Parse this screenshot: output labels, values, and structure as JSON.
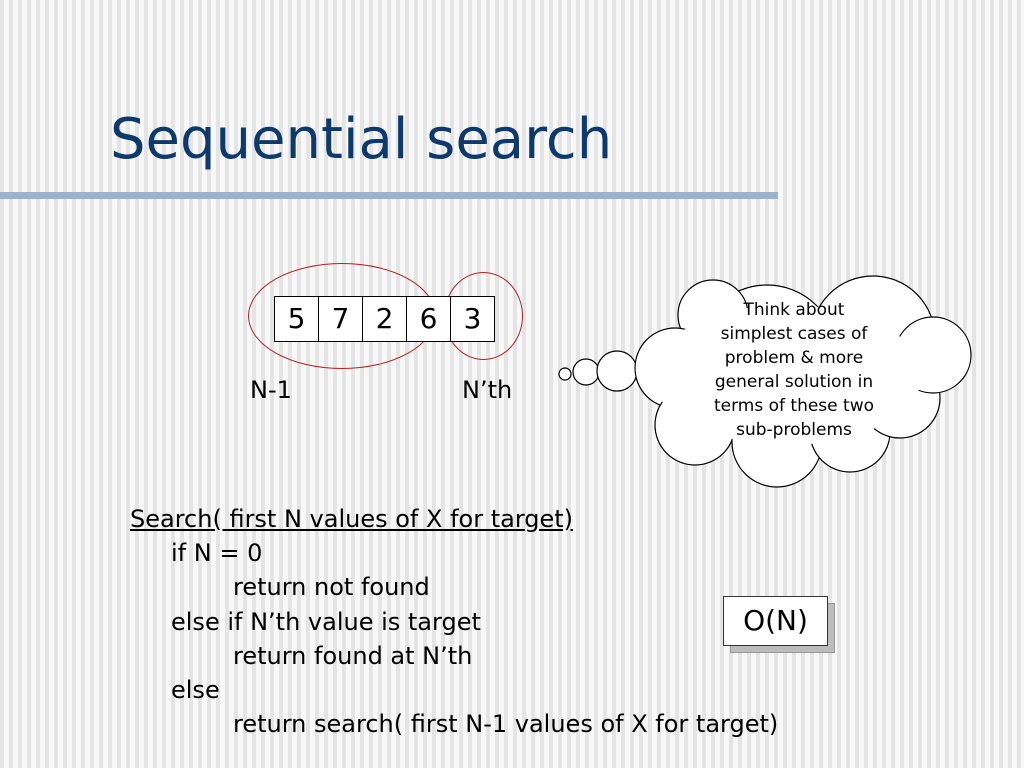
{
  "slide": {
    "title": "Sequential search",
    "array": {
      "values": [
        "5",
        "7",
        "2",
        "6",
        "3"
      ]
    },
    "labels": {
      "rest": "N-1",
      "last": "N’th"
    },
    "thought_bubble": {
      "lines": [
        "Think about",
        "simplest cases of",
        "problem & more",
        "general solution in",
        "terms of these two",
        "sub-problems"
      ]
    },
    "pseudocode": {
      "header": "Search( first N values of X for target)",
      "lines": [
        "if N = 0",
        "return not found",
        "else if N’th value is target",
        "return found at N’th",
        "else",
        "return search( first N-1 values of X for target)"
      ]
    },
    "complexity": "O(N)",
    "colors": {
      "title": "#0e3a6b",
      "title_rule": "#9cb3cf",
      "ring": "#b22222"
    }
  }
}
